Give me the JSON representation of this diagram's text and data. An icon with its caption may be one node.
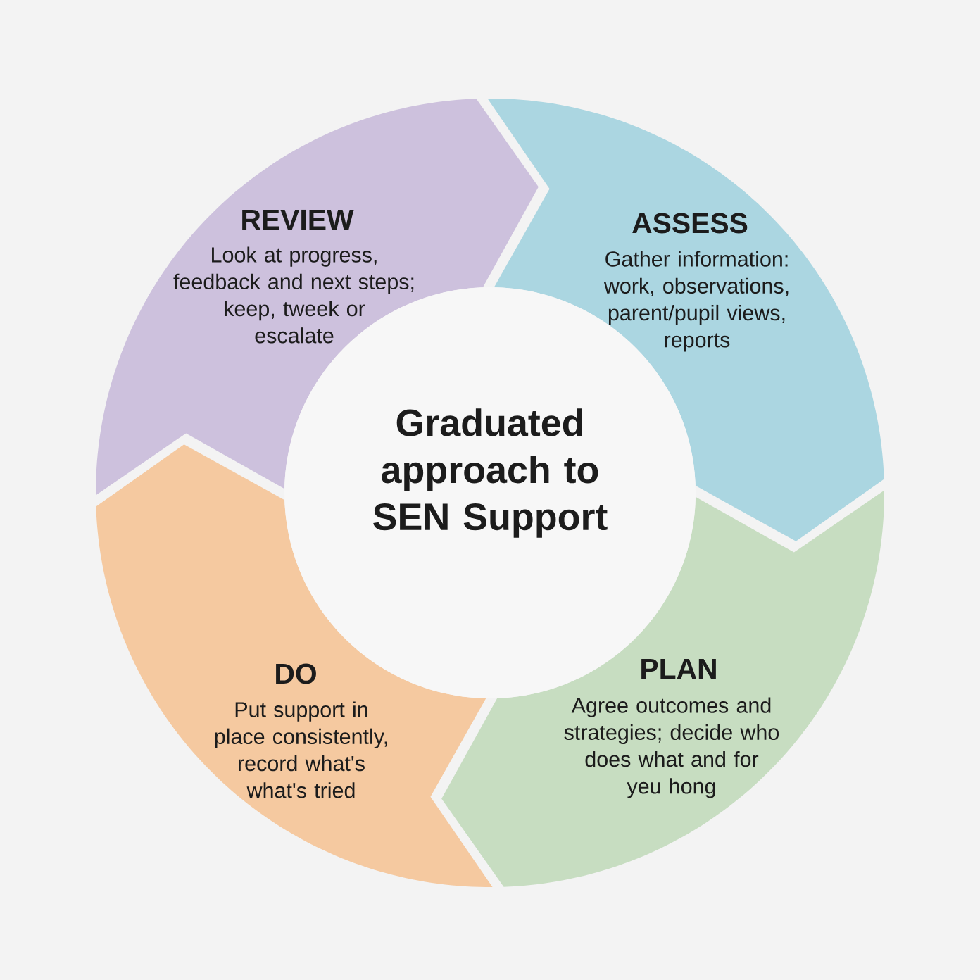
{
  "diagram": {
    "nodes": [
      {
        "text": [
          "REVIEW",
          "Look at progress, feedback and next steps; keep, tweek or escalate"
        ]
      },
      {
        "text": [
          "ASSESS",
          "Gather information: work, observations, parent/pupil views, reports"
        ]
      },
      {
        "text": [
          "Graduated approach to SEN Support"
        ]
      },
      {
        "text": [
          "DO",
          "Put support in place consistently, record what's what's tried"
        ]
      },
      {
        "text": [
          "PLAN",
          "Agree outcomes and strategies; decide who does what and for yeu hong"
        ]
      }
    ]
  }
}
